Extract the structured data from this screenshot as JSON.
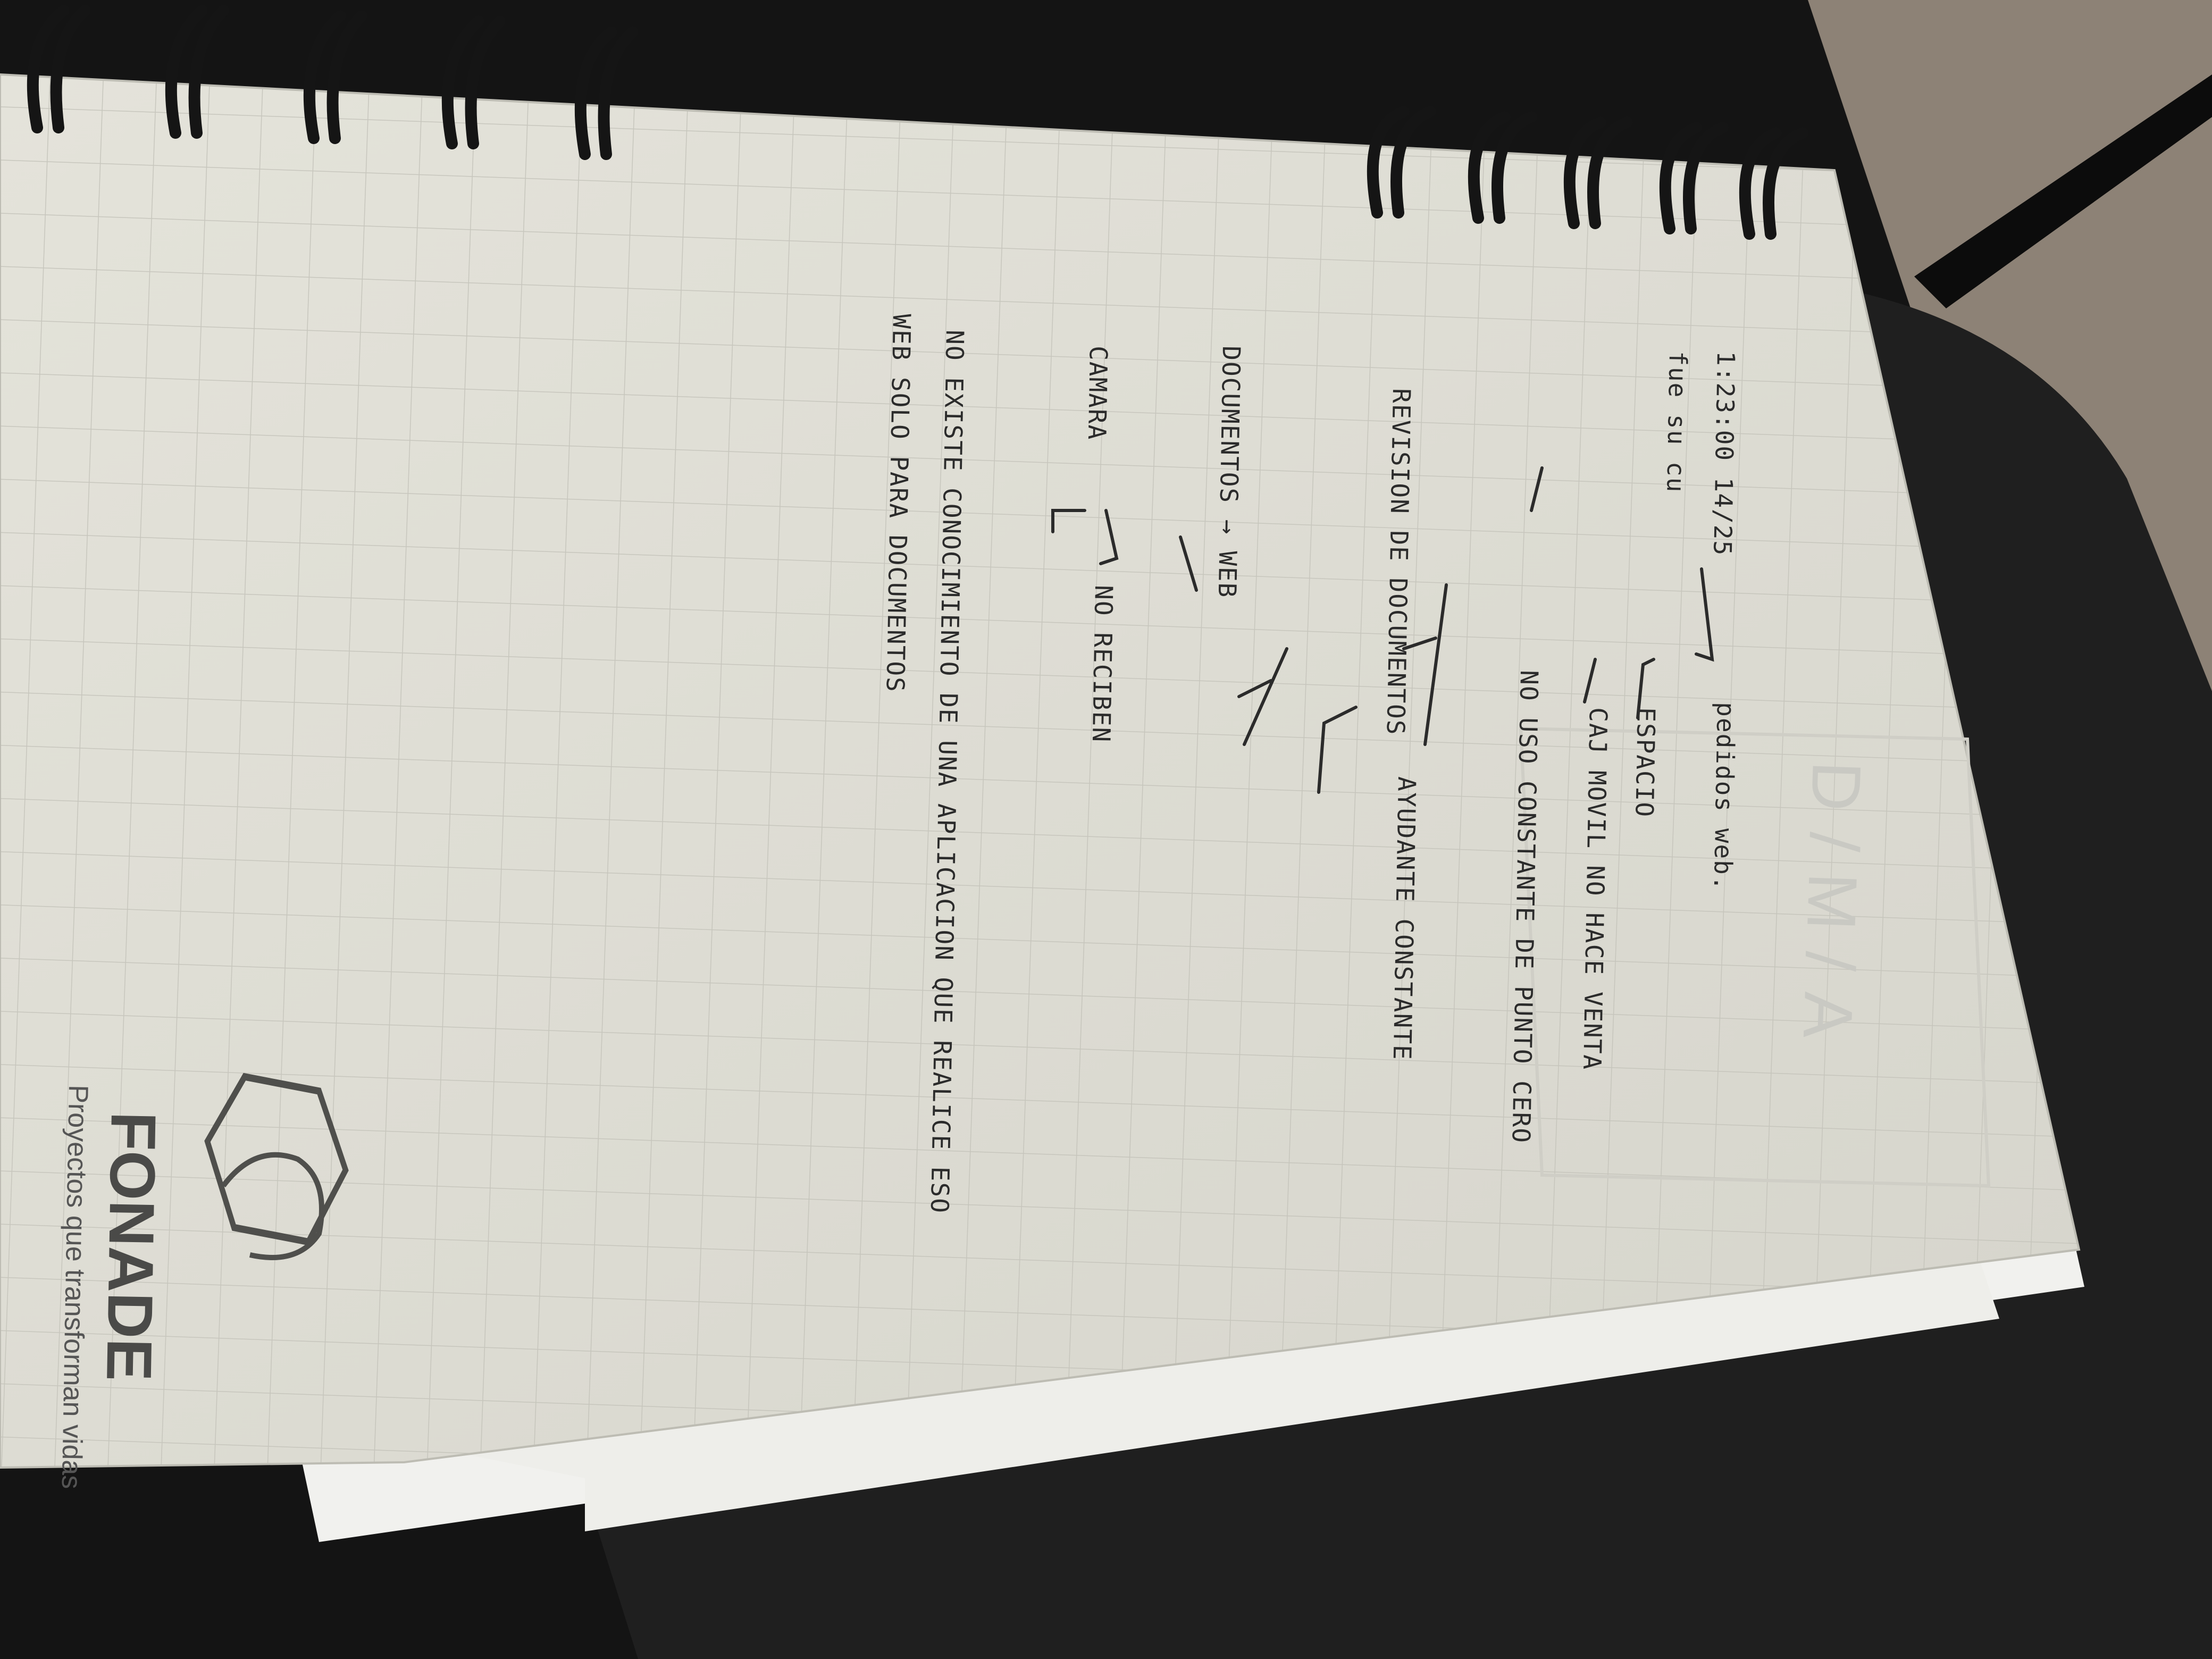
{
  "notebook": {
    "brand": {
      "name": "FONADE",
      "tagline": "Proyectos que transforman vidas"
    },
    "header_watermark": "D/M/A",
    "handwritten_lines": [
      "1:23:00 14/25",
      "fue su cu",
      "pedidos web.",
      "ESPACIO",
      "CAJ MOVIL NO HACE VENTA",
      "NO USO CONSTANTE DE PUNTO CERO",
      "REVISION DE DOCUMENTOS",
      "AYUDANTE CONSTANTE",
      "DOCUMENTOS → WEB",
      "CAMARA",
      "NO RECIBEN",
      "NO EXISTE CONOCIMIENTO DE UNA APLICACION QUE REALICE ESO",
      "WEB SOLO PARA DOCUMENTOS"
    ]
  },
  "colors": {
    "paper": "#e2e1d8",
    "grid": "#c9c8bf",
    "ink": "#2b2b2b",
    "binding": "#1c1c1c",
    "background": "#161616"
  }
}
